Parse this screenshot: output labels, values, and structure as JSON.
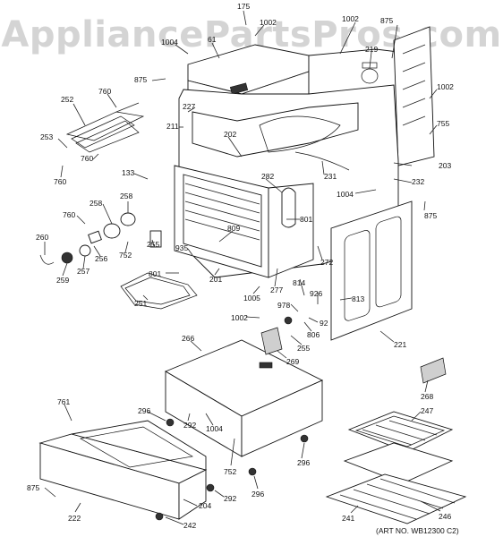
{
  "watermark": "AppliancePartsPros.com",
  "art_number": "(ART NO. WB12300 C2)",
  "callouts": {
    "c175": "175",
    "c1002a": "1002",
    "c1002b": "1002",
    "c875a": "875",
    "c1004a": "1004",
    "c61": "61",
    "c219": "219",
    "c1002c": "1002",
    "c755": "755",
    "c875b": "875",
    "c252": "252",
    "c760a": "760",
    "c227": "227",
    "c211": "211",
    "c202": "202",
    "c203": "203",
    "c253": "253",
    "c760b": "760",
    "c760c": "760",
    "c133": "133",
    "c282": "282",
    "c231": "231",
    "c232": "232",
    "c1004b": "1004",
    "c875c": "875",
    "c760d": "760",
    "c258a": "258",
    "c258b": "258",
    "c801a": "801",
    "c809": "809",
    "c260": "260",
    "c255a": "255",
    "c935": "935",
    "c752a": "752",
    "c256": "256",
    "c257": "257",
    "c259": "259",
    "c272": "272",
    "c801b": "801",
    "c201": "201",
    "c814": "814",
    "c251": "251",
    "c1005": "1005",
    "c277": "277",
    "c926": "926",
    "c813": "813",
    "c978": "978",
    "c92": "92",
    "c1002d": "1002",
    "c806": "806",
    "c255b": "255",
    "c221": "221",
    "c266": "266",
    "c269": "269",
    "c268": "268",
    "c761": "761",
    "c296a": "296",
    "c292a": "292",
    "c1004c": "1004",
    "c247": "247",
    "c296b": "296",
    "c752b": "752",
    "c875d": "875",
    "c204": "204",
    "c292b": "292",
    "c296c": "296",
    "c222": "222",
    "c242": "242",
    "c241": "241",
    "c246": "246"
  }
}
